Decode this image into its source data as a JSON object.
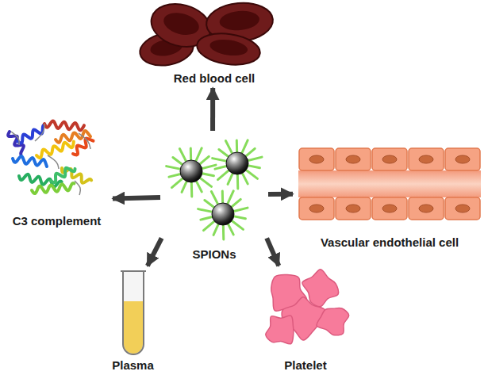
{
  "diagram": {
    "nodes": [
      {
        "text": [
          "Red blood cell"
        ]
      },
      {
        "text": [
          "C3 complement"
        ]
      },
      {
        "text": [
          "SPIONs"
        ]
      },
      {
        "text": [
          "Vascular endothelial cell"
        ]
      },
      {
        "text": [
          "Plasma"
        ]
      },
      {
        "text": [
          "Platelet"
        ]
      }
    ],
    "edges": [
      {
        "from": 2,
        "to": 0,
        "arrow": "to"
      },
      {
        "from": 2,
        "to": 1,
        "arrow": "to"
      },
      {
        "from": 2,
        "to": 3,
        "arrow": "to"
      },
      {
        "from": 2,
        "to": 4,
        "arrow": "to"
      },
      {
        "from": 2,
        "to": 5,
        "arrow": "to"
      }
    ]
  }
}
